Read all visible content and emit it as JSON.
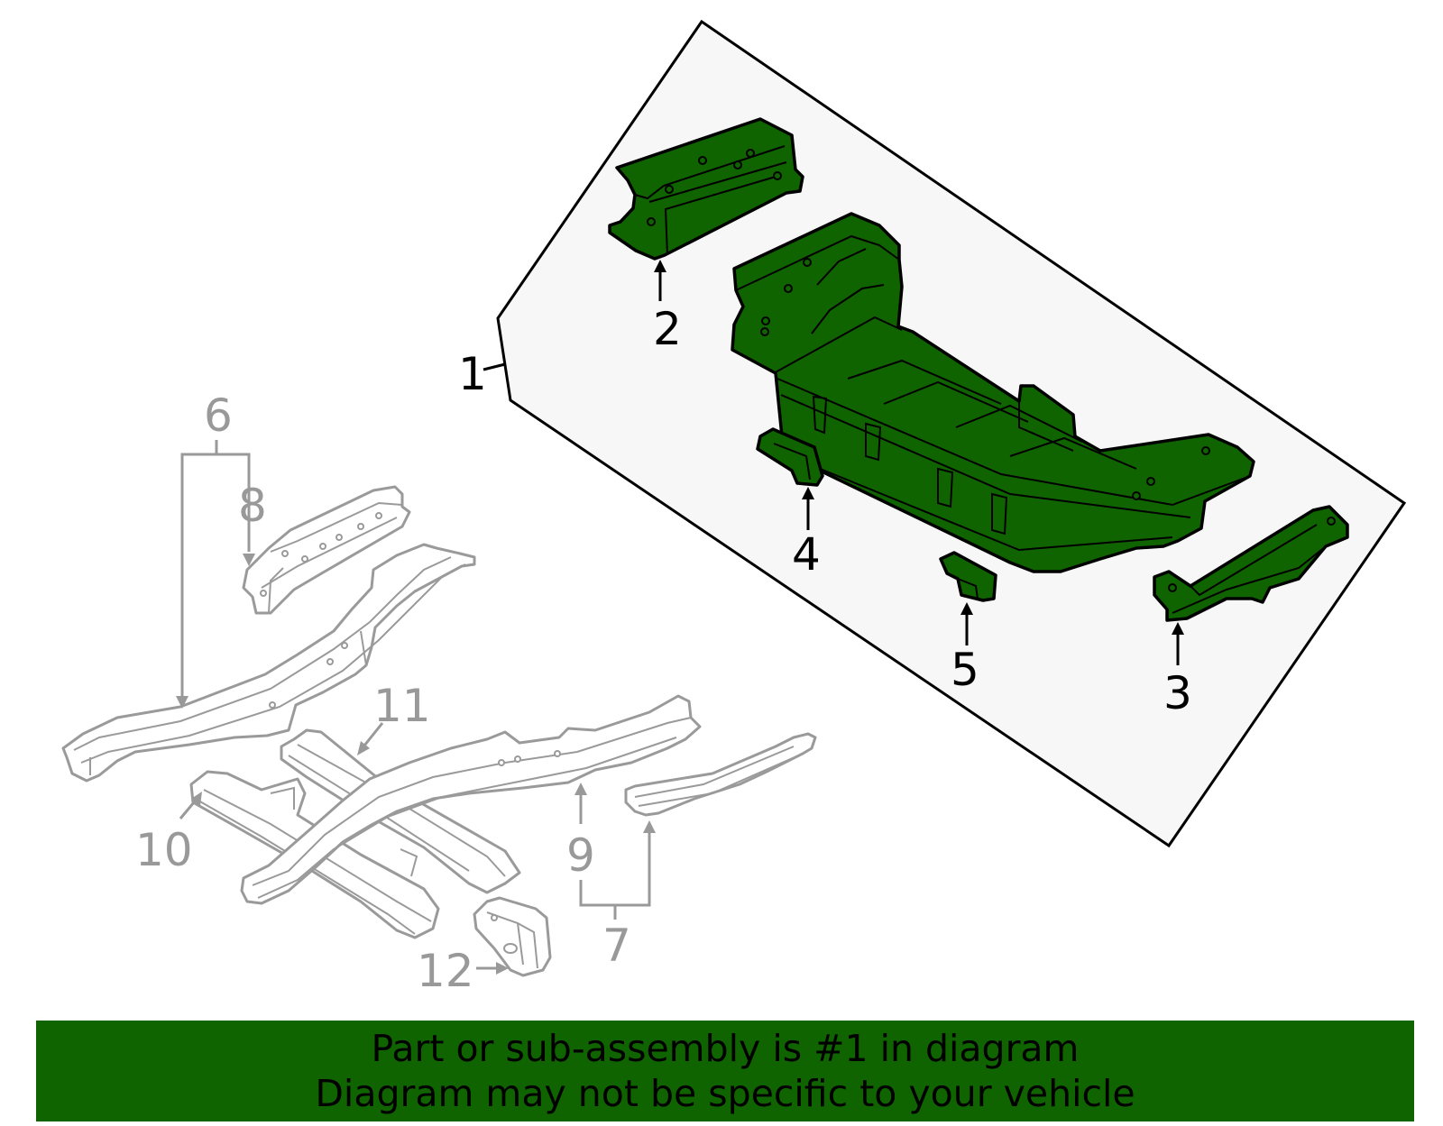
{
  "colors": {
    "highlight_green": "#0f6400",
    "outline_black": "#000000",
    "context_grey": "#999999",
    "panel_background": "#f7f7f7"
  },
  "callouts": [
    {
      "id": "1",
      "label": "1",
      "highlighted": true
    },
    {
      "id": "2",
      "label": "2",
      "highlighted": true
    },
    {
      "id": "3",
      "label": "3",
      "highlighted": true
    },
    {
      "id": "4",
      "label": "4",
      "highlighted": true
    },
    {
      "id": "5",
      "label": "5",
      "highlighted": true
    },
    {
      "id": "6",
      "label": "6",
      "highlighted": false
    },
    {
      "id": "7",
      "label": "7",
      "highlighted": false
    },
    {
      "id": "8",
      "label": "8",
      "highlighted": false
    },
    {
      "id": "9",
      "label": "9",
      "highlighted": false
    },
    {
      "id": "10",
      "label": "10",
      "highlighted": false
    },
    {
      "id": "11",
      "label": "11",
      "highlighted": false
    },
    {
      "id": "12",
      "label": "12",
      "highlighted": false
    }
  ],
  "banner": {
    "line1": "Part or sub-assembly is #1 in diagram",
    "line2": "Diagram may not be specific to your vehicle"
  }
}
